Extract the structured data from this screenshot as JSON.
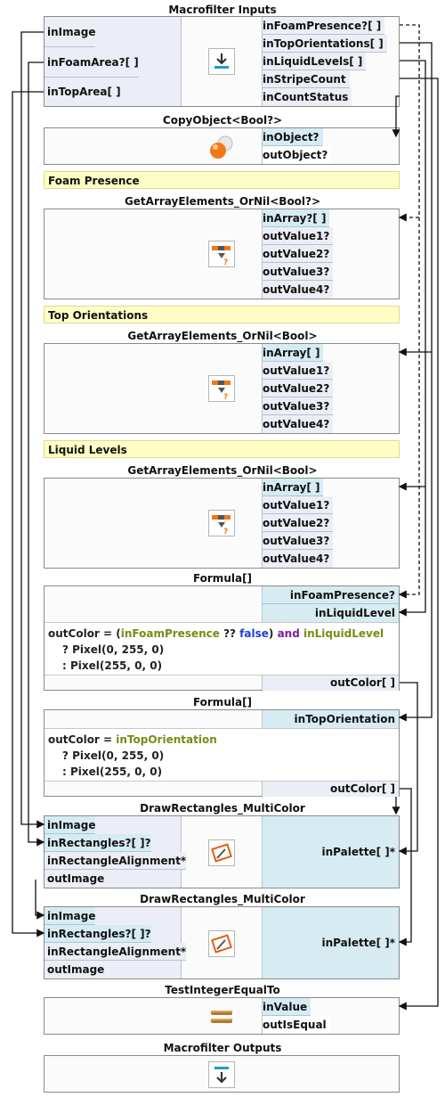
{
  "macro_inputs": {
    "title": "Macrofilter Inputs",
    "left_ports": [
      "inImage",
      "inFoamArea?[ ]",
      "inTopArea[ ]"
    ],
    "right_ports": [
      "inFoamPresence?[ ]",
      "inTopOrientations[ ]",
      "inLiquidLevels[ ]",
      "inStripeCount",
      "inCountStatus"
    ]
  },
  "copy_object": {
    "title": "CopyObject<Bool?>",
    "ports": [
      "inObject?",
      "outObject?"
    ]
  },
  "labels": {
    "foam": "Foam Presence",
    "top": "Top Orientations",
    "liquid": "Liquid Levels"
  },
  "get1": {
    "title": "GetArrayElements_OrNil<Bool?>",
    "ports": [
      "inArray?[ ]",
      "outValue1?",
      "outValue2?",
      "outValue3?",
      "outValue4?"
    ]
  },
  "get2": {
    "title": "GetArrayElements_OrNil<Bool>",
    "ports": [
      "inArray[ ]",
      "outValue1?",
      "outValue2?",
      "outValue3?",
      "outValue4?"
    ]
  },
  "get3": {
    "title": "GetArrayElements_OrNil<Bool>",
    "ports": [
      "inArray[ ]",
      "outValue1?",
      "outValue2?",
      "outValue3?",
      "outValue4?"
    ]
  },
  "formula1": {
    "title": "Formula[]",
    "ports": [
      "inFoamPresence?",
      "inLiquidLevel"
    ],
    "code": {
      "lhs": "outColor = (",
      "v1": "inFoamPresence",
      "op": " ?? ",
      "kw": "false",
      "close": ") ",
      "and": "and",
      "sp": " ",
      "v2": "inLiquidLevel",
      "l2": "? Pixel(0, 255, 0)",
      "l3": ": Pixel(255, 0, 0)"
    },
    "out": "outColor[ ]"
  },
  "formula2": {
    "title": "Formula[]",
    "ports": [
      "inTopOrientation"
    ],
    "code": {
      "lhs": "outColor = ",
      "v1": "inTopOrientation",
      "l2": "? Pixel(0, 255, 0)",
      "l3": ": Pixel(255, 0, 0)"
    },
    "out": "outColor[ ]"
  },
  "draw1": {
    "title": "DrawRectangles_MultiColor",
    "left_ports": [
      "inImage",
      "inRectangles?[ ]?",
      "inRectangleAlignment*",
      "outImage"
    ],
    "right_port": "inPalette[ ]*"
  },
  "draw2": {
    "title": "DrawRectangles_MultiColor",
    "left_ports": [
      "inImage",
      "inRectangles?[ ]?",
      "inRectangleAlignment*",
      "outImage"
    ],
    "right_port": "inPalette[ ]*"
  },
  "test": {
    "title": "TestIntegerEqualTo",
    "ports": [
      "inValue",
      "outIsEqual"
    ]
  },
  "macro_outputs": {
    "title": "Macrofilter Outputs"
  }
}
